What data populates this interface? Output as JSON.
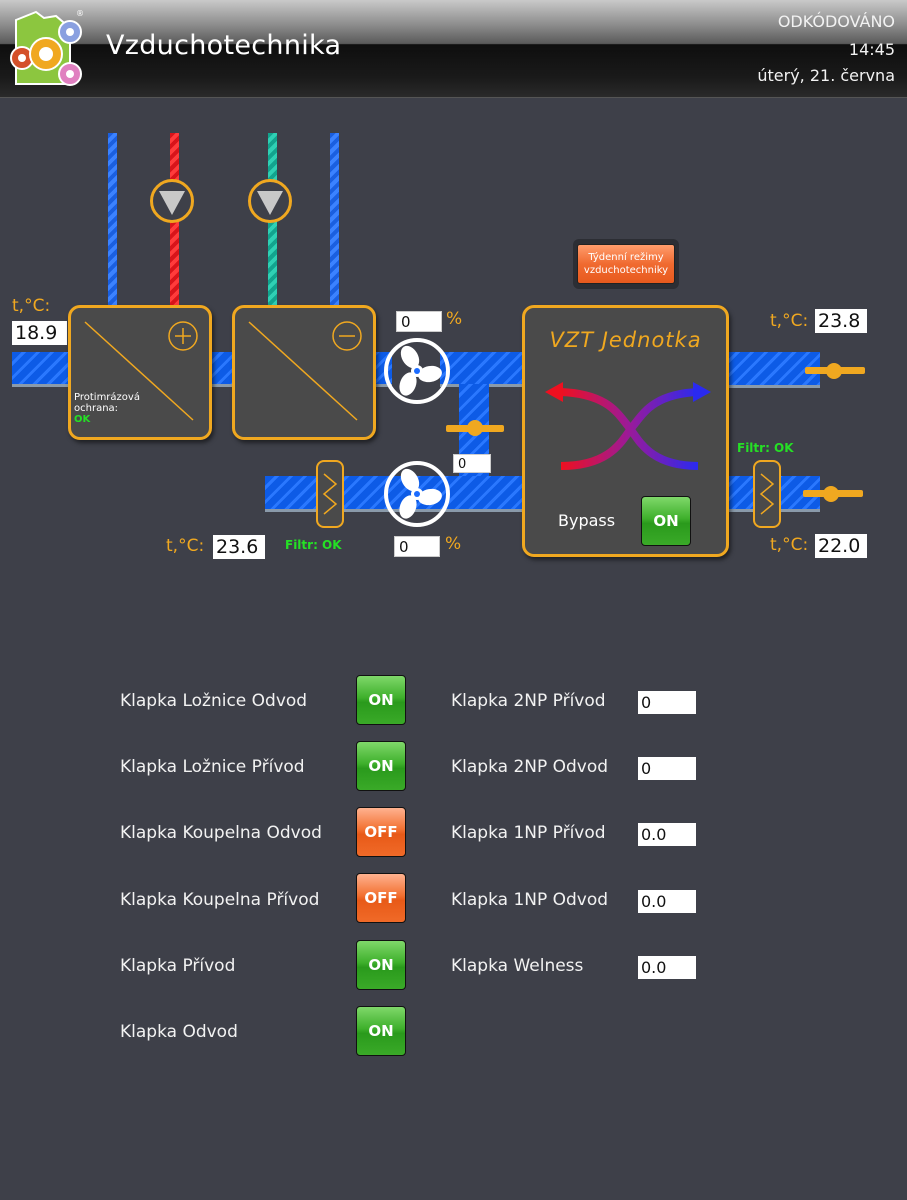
{
  "header": {
    "title": "Vzduchotechnika",
    "status": "ODKÓDOVÁNO",
    "time": "14:45",
    "date": "úterý, 21. června"
  },
  "colors": {
    "accent": "#f0a820",
    "duct": "#1a6bff",
    "ok_green": "#25e025",
    "on_button": "#3fb02c",
    "off_button": "#f06a28",
    "background": "#3e4049"
  },
  "diagram": {
    "temp_label": "t,°C:",
    "outside_temp": "18.9",
    "exhaust_temp": "23.6",
    "supply_out_temp": "23.8",
    "extract_in_temp": "22.0",
    "antifreeze_label_1": "Protimrázová",
    "antifreeze_label_2": "ochrana:",
    "antifreeze_status": "OK",
    "heater_icon": "plus-circle-icon",
    "cooler_icon": "minus-circle-icon",
    "supply_fan_percent": "0",
    "exhaust_fan_percent": "0",
    "percent_sign": "%",
    "bypass_damper_value": "0",
    "filter_left_status": "Filtr: OK",
    "filter_right_status": "Filtr: OK",
    "unit_title": "VZT Jednotka",
    "bypass_label": "Bypass",
    "bypass_state": "ON",
    "weekly_button_line1": "Týdenní režimy",
    "weekly_button_line2": "vzduchotechniky"
  },
  "dampers_toggle": [
    {
      "label": "Klapka Ložnice Odvod",
      "state": "ON"
    },
    {
      "label": "Klapka Ložnice Přívod",
      "state": "ON"
    },
    {
      "label": "Klapka Koupelna Odvod",
      "state": "OFF"
    },
    {
      "label": "Klapka Koupelna Přívod",
      "state": "OFF"
    },
    {
      "label": "Klapka Přívod",
      "state": "ON"
    },
    {
      "label": "Klapka Odvod",
      "state": "ON"
    }
  ],
  "dampers_value": [
    {
      "label": "Klapka 2NP Přívod",
      "value": "0"
    },
    {
      "label": "Klapka 2NP Odvod",
      "value": "0"
    },
    {
      "label": "Klapka 1NP Přívod",
      "value": "0.0"
    },
    {
      "label": "Klapka 1NP Odvod",
      "value": "0.0"
    },
    {
      "label": "Klapka Welness",
      "value": "0.0"
    }
  ]
}
